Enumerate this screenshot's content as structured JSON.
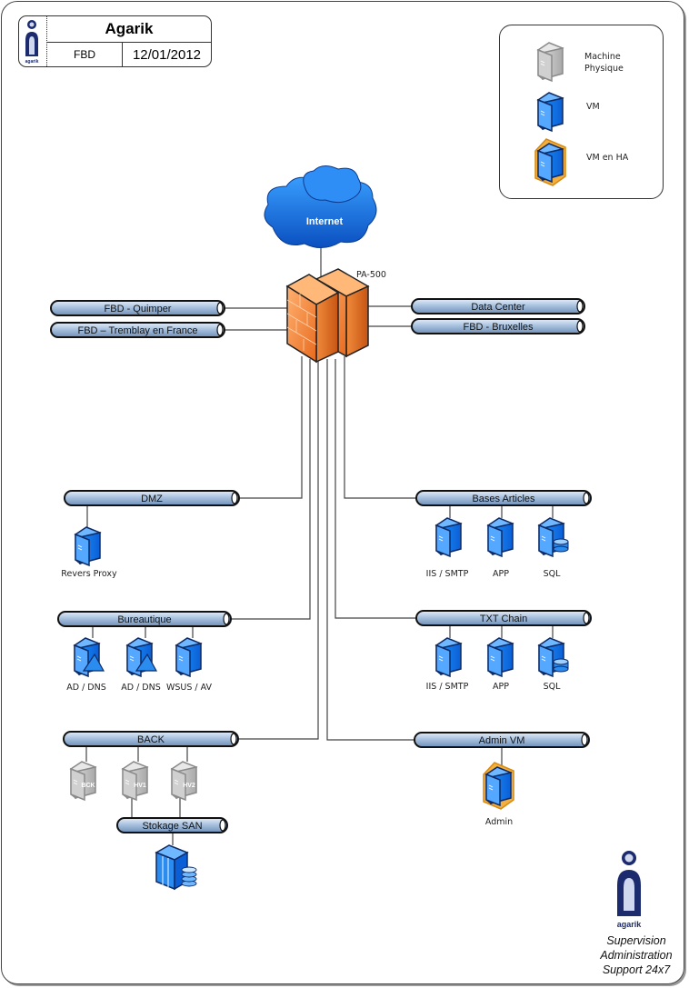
{
  "header": {
    "company": "Agarik",
    "client": "FBD",
    "date": "12/01/2012",
    "logo_text": "agarik"
  },
  "legend": {
    "items": [
      {
        "icon": "physical-server-icon",
        "label_line1": "Machine",
        "label_line2": "Physique"
      },
      {
        "icon": "vm-server-icon",
        "label_line1": "VM",
        "label_line2": ""
      },
      {
        "icon": "ha-vm-server-icon",
        "label_line1": "VM en HA",
        "label_line2": ""
      }
    ]
  },
  "core": {
    "internet_label": "Internet",
    "firewall_label": "PA-500"
  },
  "networks": {
    "quimper": "FBD - Quimper",
    "tremblay": "FBD – Tremblay en France",
    "datacenter": "Data Center",
    "bruxelles": "FBD - Bruxelles",
    "dmz": "DMZ",
    "bureautique": "Bureautique",
    "back": "BACK",
    "san": "Stokage SAN",
    "bases_articles": "Bases Articles",
    "txt_chain": "TXT Chain",
    "admin_vm": "Admin VM"
  },
  "servers": {
    "dmz": [
      {
        "label": "Revers Proxy",
        "type": "vm"
      }
    ],
    "bureautique": [
      {
        "label": "AD / DNS",
        "type": "vm-ad"
      },
      {
        "label": "AD / DNS",
        "type": "vm-ad"
      },
      {
        "label": "WSUS / AV",
        "type": "vm"
      }
    ],
    "back": [
      {
        "label": "BCK",
        "type": "physical"
      },
      {
        "label": "HV1",
        "type": "physical"
      },
      {
        "label": "HV2",
        "type": "physical"
      }
    ],
    "bases_articles": [
      {
        "label": "IIS / SMTP",
        "type": "vm"
      },
      {
        "label": "APP",
        "type": "vm"
      },
      {
        "label": "SQL",
        "type": "vm-db"
      }
    ],
    "txt_chain": [
      {
        "label": "IIS / SMTP",
        "type": "vm"
      },
      {
        "label": "APP",
        "type": "vm"
      },
      {
        "label": "SQL",
        "type": "vm-db"
      }
    ],
    "admin_vm": [
      {
        "label": "Admin",
        "type": "ha-vm"
      }
    ]
  },
  "footer": {
    "logo_text": "agarik",
    "line1": "Supervision",
    "line2": "Administration",
    "line3": "Support 24x7"
  },
  "colors": {
    "vm_blue": "#1e73e6",
    "vm_outline": "#0d2a66",
    "physical_gray": "#c8c8c8",
    "ha_orange": "#f0a030",
    "firewall_orange": "#f08a3c",
    "bus_blue": "#9db8d8",
    "logo_navy": "#1c2a6e"
  }
}
